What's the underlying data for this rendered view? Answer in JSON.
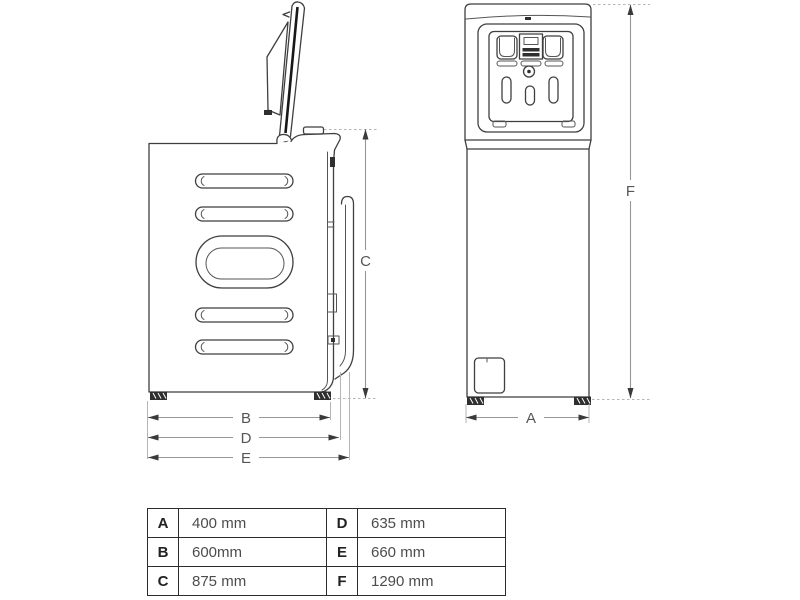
{
  "diagram_title": "washing-machine-dimension-drawing",
  "dims": {
    "A": "A",
    "B": "B",
    "C": "C",
    "D": "D",
    "E": "E",
    "F": "F"
  },
  "table": {
    "left": [
      {
        "label": "A",
        "value": "400 mm"
      },
      {
        "label": "B",
        "value": "600mm"
      },
      {
        "label": "C",
        "value": "875 mm"
      }
    ],
    "right": [
      {
        "label": "D",
        "value": "635 mm"
      },
      {
        "label": "E",
        "value": "660 mm"
      },
      {
        "label": "F",
        "value": "1290 mm"
      }
    ]
  },
  "colors": {
    "drawing_line": "#3f3f3f",
    "dimension_line": "#979797",
    "extension_line": "#b5b5b5",
    "arrowhead": "#3a3a3a",
    "label_text": "#565656",
    "table_border": "#2c2c2c",
    "background": "#ffffff"
  }
}
